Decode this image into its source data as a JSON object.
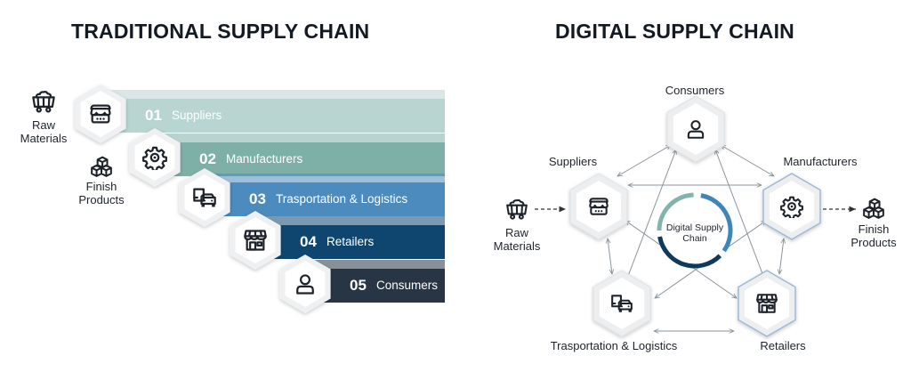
{
  "traditional": {
    "title": "TRADITIONAL SUPPLY CHAIN",
    "raw_label_line1": "Raw",
    "raw_label_line2": "Materials",
    "finish_label_line1": "Finish",
    "finish_label_line2": "Products",
    "steps": [
      {
        "num": "01",
        "label": "Suppliers",
        "color": "#b9d5d1",
        "icon": "store-icon"
      },
      {
        "num": "02",
        "label": "Manufacturers",
        "color": "#7fb0a8",
        "icon": "gear-icon"
      },
      {
        "num": "03",
        "label": "Trasportation & Logistics",
        "color": "#4b8bbd",
        "icon": "truck-car-icon"
      },
      {
        "num": "04",
        "label": "Retailers",
        "color": "#0e4670",
        "icon": "shop-awning-icon"
      },
      {
        "num": "05",
        "label": "Consumers",
        "color": "#283544",
        "icon": "person-icon"
      }
    ]
  },
  "digital": {
    "title": "DIGITAL SUPPLY CHAIN",
    "center_line1": "Digital Supply",
    "center_line2": "Chain",
    "raw_label_line1": "Raw",
    "raw_label_line2": "Materials",
    "finish_label_line1": "Finish",
    "finish_label_line2": "Products",
    "nodes": {
      "consumers": "Consumers",
      "suppliers": "Suppliers",
      "manufacturers": "Manufacturers",
      "transport": "Trasportation & Logistics",
      "retailers": "Retailers"
    },
    "ring_colors": [
      "#3f86b8",
      "#0e3a5c",
      "#7fb5ad"
    ]
  }
}
